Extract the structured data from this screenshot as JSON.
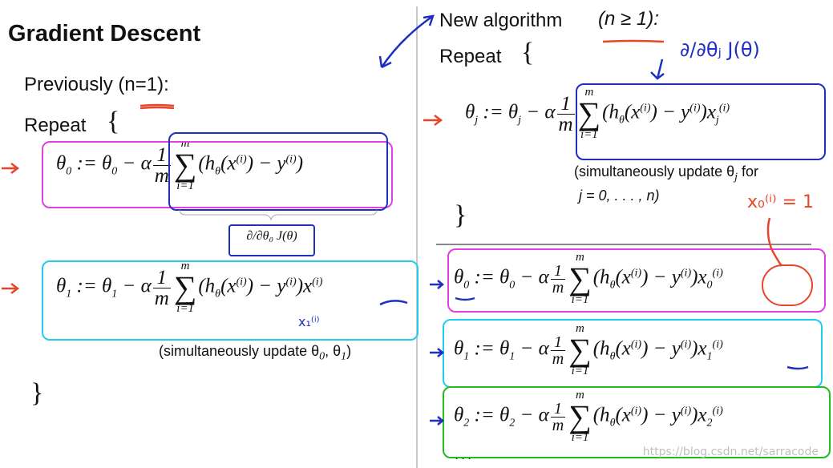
{
  "left": {
    "title": "Gradient Descent",
    "previously": "Previously ",
    "n_eq_1": "(n=1)",
    "colon": ":",
    "repeat": "Repeat",
    "open_brace": "{",
    "close_brace": "}",
    "note": "(simultaneously update θ",
    "note_subs": "0",
    "note_mid": ", θ",
    "note_subs2": "1",
    "note_end": ")",
    "partial_label": "∂/∂θ₀ J(θ)",
    "hand_x1": "x₁⁽ⁱ⁾"
  },
  "right": {
    "new_algorithm": "New algorithm",
    "condition": "(n ≥ 1):",
    "repeat": "Repeat",
    "open_brace": "{",
    "close_brace": "}",
    "note_line1": "(simultaneously update θ",
    "note_line1_sub": "j",
    "note_line1_end": " for",
    "note_line2": "j = 0, . . . , n)",
    "hand_deriv": "∂/∂θⱼ J(θ)",
    "hand_x0": "x₀⁽ⁱ⁾ = 1",
    "ellipsis": ". . ."
  },
  "watermark": "https://blog.csdn.net/sarracode",
  "colors": {
    "pink": "#e040e0",
    "cyan": "#22ccee",
    "blue": "#1f2fbf",
    "green": "#22bb22",
    "red": "#e8462a"
  }
}
